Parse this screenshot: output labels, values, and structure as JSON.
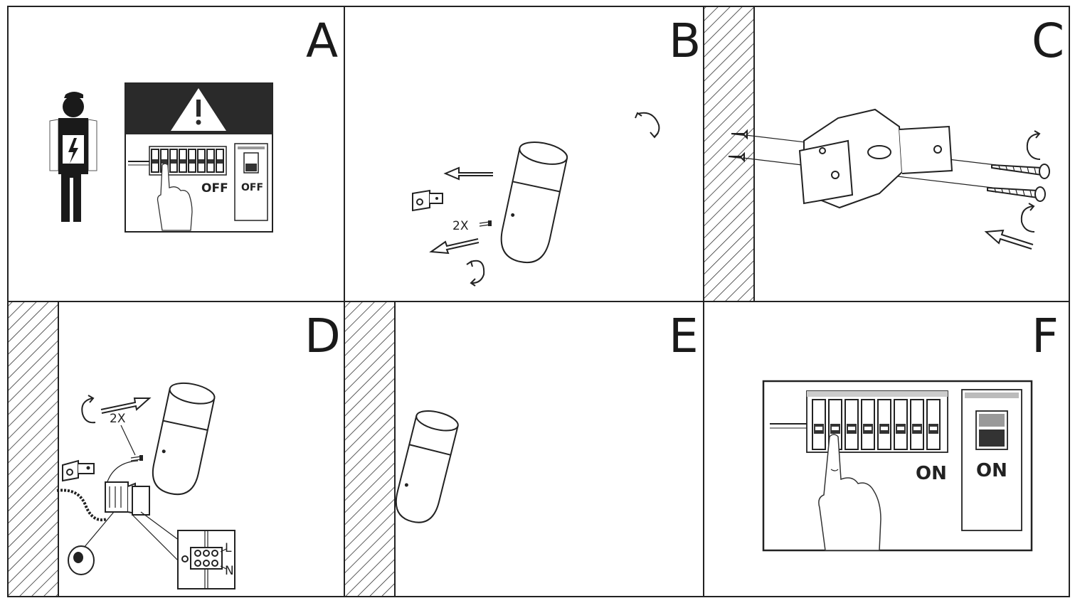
{
  "panels": [
    {
      "letter": "A",
      "labels": {
        "breaker_off": "OFF",
        "main_off": "OFF"
      }
    },
    {
      "letter": "B",
      "labels": {
        "screw_count": "2X"
      }
    },
    {
      "letter": "C"
    },
    {
      "letter": "D",
      "labels": {
        "screw_count": "2X",
        "terminal_l": "L",
        "terminal_n": "N"
      }
    },
    {
      "letter": "E"
    },
    {
      "letter": "F",
      "labels": {
        "breaker_on": "ON",
        "main_on": "ON"
      }
    }
  ],
  "icons": [
    "electrician-icon",
    "warning-triangle-icon",
    "rotate-arrow-icon",
    "direction-arrow-icon",
    "hand-icon",
    "lamp-icon",
    "screw-icon",
    "wall-plug-icon",
    "mounting-bracket-icon",
    "junction-box-icon",
    "terminal-block-icon"
  ],
  "colors": {
    "line": "#222222",
    "panel_dark": "#2a2a2a",
    "background": "#ffffff"
  }
}
